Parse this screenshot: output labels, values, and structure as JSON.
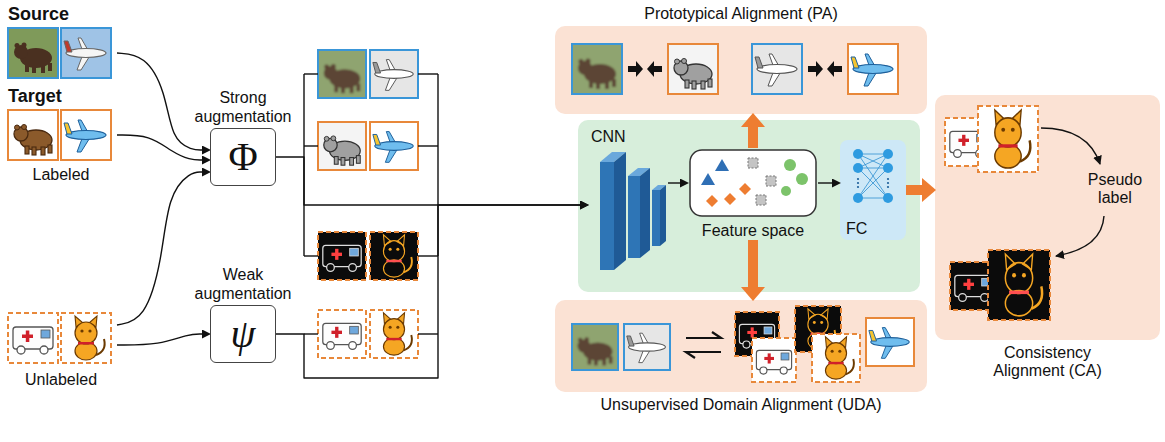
{
  "diagram": {
    "nodes": [
      {
        "text": [
          "Source"
        ]
      },
      {
        "text": [
          "Target",
          "Labeled"
        ]
      },
      {
        "text": [
          "Unlabeled"
        ]
      },
      {
        "text": [
          "Φ",
          "Strong augmentation"
        ]
      },
      {
        "text": [
          "ψ",
          "Weak augmentation"
        ]
      },
      {
        "text": [
          "Prototypical Alignment (PA)"
        ]
      },
      {
        "text": [
          "CNN"
        ]
      },
      {
        "text": [
          "Feature space"
        ]
      },
      {
        "text": [
          "FC"
        ]
      },
      {
        "text": [
          "Unsupervised Domain Alignment (UDA)"
        ]
      },
      {
        "text": [
          "Consistency Alignment (CA)",
          "Pseudo label"
        ]
      }
    ],
    "edges": [
      {
        "from": 0,
        "to": 3,
        "arrow": "to"
      },
      {
        "from": 1,
        "to": 3,
        "arrow": "to"
      },
      {
        "from": 2,
        "to": 3,
        "arrow": "to"
      },
      {
        "from": 2,
        "to": 4,
        "arrow": "to"
      },
      {
        "from": 3,
        "to": 6,
        "arrow": "to"
      },
      {
        "from": 4,
        "to": 6,
        "arrow": "to"
      },
      {
        "from": 6,
        "to": 7,
        "arrow": "to"
      },
      {
        "from": 7,
        "to": 8,
        "arrow": "to"
      },
      {
        "from": 7,
        "to": 5,
        "arrow": "to"
      },
      {
        "from": 7,
        "to": 9,
        "arrow": "to"
      },
      {
        "from": 8,
        "to": 10,
        "arrow": "to"
      }
    ]
  }
}
